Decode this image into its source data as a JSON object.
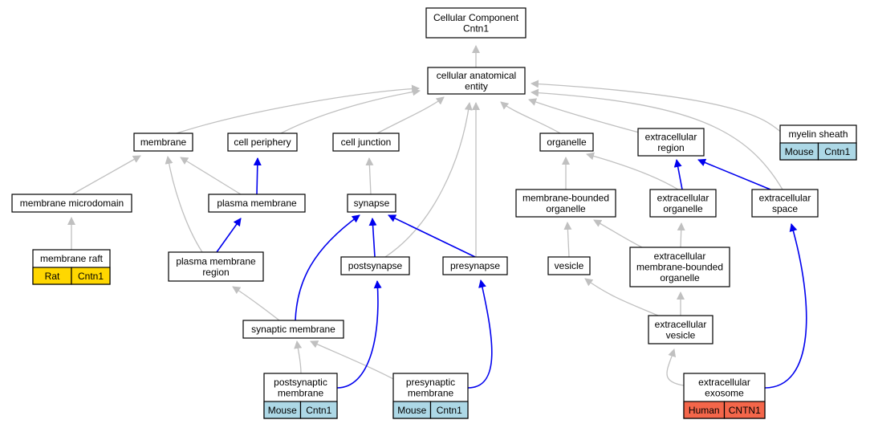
{
  "colors": {
    "mouse": "#add8e6",
    "rat": "#ffd700",
    "human": "#f4664a",
    "edge_is_a": "#c0c0c0",
    "edge_part_of": "#0000ee"
  },
  "nodes": {
    "root": {
      "lines": [
        "Cellular Component",
        "Cntn1"
      ]
    },
    "cae": {
      "lines": [
        "cellular anatomical",
        "entity"
      ]
    },
    "membrane": {
      "lines": [
        "membrane"
      ]
    },
    "cellper": {
      "lines": [
        "cell periphery"
      ]
    },
    "celljunc": {
      "lines": [
        "cell junction"
      ]
    },
    "organelle": {
      "lines": [
        "organelle"
      ]
    },
    "exreg": {
      "lines": [
        "extracellular",
        "region"
      ]
    },
    "myelin": {
      "lines": [
        "myelin sheath"
      ],
      "tags": [
        {
          "species": "Mouse",
          "gene": "Cntn1",
          "color": "mouse"
        }
      ]
    },
    "memmicro": {
      "lines": [
        "membrane microdomain"
      ]
    },
    "plasmamem": {
      "lines": [
        "plasma membrane"
      ]
    },
    "synapse": {
      "lines": [
        "synapse"
      ]
    },
    "mbo": {
      "lines": [
        "membrane-bounded",
        "organelle"
      ]
    },
    "exorg": {
      "lines": [
        "extracellular",
        "organelle"
      ]
    },
    "exspace": {
      "lines": [
        "extracellular",
        "space"
      ]
    },
    "memraft": {
      "lines": [
        "membrane raft"
      ],
      "tags": [
        {
          "species": "Rat",
          "gene": "Cntn1",
          "color": "rat"
        }
      ]
    },
    "pmregion": {
      "lines": [
        "plasma membrane",
        "region"
      ]
    },
    "postsyn": {
      "lines": [
        "postsynapse"
      ]
    },
    "presyn": {
      "lines": [
        "presynapse"
      ]
    },
    "vesicle": {
      "lines": [
        "vesicle"
      ]
    },
    "exmbo": {
      "lines": [
        "extracellular",
        "membrane-bounded",
        "organelle"
      ]
    },
    "synmem": {
      "lines": [
        "synaptic membrane"
      ]
    },
    "exves": {
      "lines": [
        "extracellular",
        "vesicle"
      ]
    },
    "postsynmem": {
      "lines": [
        "postsynaptic",
        "membrane"
      ],
      "tags": [
        {
          "species": "Mouse",
          "gene": "Cntn1",
          "color": "mouse"
        }
      ]
    },
    "presynmem": {
      "lines": [
        "presynaptic",
        "membrane"
      ],
      "tags": [
        {
          "species": "Mouse",
          "gene": "Cntn1",
          "color": "mouse"
        }
      ]
    },
    "exosome": {
      "lines": [
        "extracellular",
        "exosome"
      ],
      "tags": [
        {
          "species": "Human",
          "gene": "CNTN1",
          "color": "human"
        }
      ]
    }
  },
  "edges": [
    {
      "from": "cae",
      "to": "root",
      "kind": "is_a"
    },
    {
      "from": "membrane",
      "to": "cae",
      "kind": "is_a"
    },
    {
      "from": "cellper",
      "to": "cae",
      "kind": "is_a"
    },
    {
      "from": "celljunc",
      "to": "cae",
      "kind": "is_a"
    },
    {
      "from": "postsyn",
      "to": "cae",
      "kind": "is_a"
    },
    {
      "from": "presyn",
      "to": "cae",
      "kind": "is_a"
    },
    {
      "from": "organelle",
      "to": "cae",
      "kind": "is_a"
    },
    {
      "from": "exreg",
      "to": "cae",
      "kind": "is_a"
    },
    {
      "from": "exspace",
      "to": "cae",
      "kind": "is_a"
    },
    {
      "from": "myelin",
      "to": "cae",
      "kind": "is_a"
    },
    {
      "from": "memmicro",
      "to": "membrane",
      "kind": "is_a"
    },
    {
      "from": "plasmamem",
      "to": "membrane",
      "kind": "is_a"
    },
    {
      "from": "pmregion",
      "to": "membrane",
      "kind": "is_a"
    },
    {
      "from": "plasmamem",
      "to": "cellper",
      "kind": "part_of"
    },
    {
      "from": "synapse",
      "to": "celljunc",
      "kind": "is_a"
    },
    {
      "from": "mbo",
      "to": "organelle",
      "kind": "is_a"
    },
    {
      "from": "exorg",
      "to": "organelle",
      "kind": "is_a"
    },
    {
      "from": "exorg",
      "to": "exreg",
      "kind": "part_of"
    },
    {
      "from": "exspace",
      "to": "exreg",
      "kind": "part_of"
    },
    {
      "from": "memraft",
      "to": "memmicro",
      "kind": "is_a"
    },
    {
      "from": "pmregion",
      "to": "plasmamem",
      "kind": "part_of"
    },
    {
      "from": "postsyn",
      "to": "synapse",
      "kind": "part_of"
    },
    {
      "from": "presyn",
      "to": "synapse",
      "kind": "part_of"
    },
    {
      "from": "synmem",
      "to": "synapse",
      "kind": "part_of"
    },
    {
      "from": "vesicle",
      "to": "mbo",
      "kind": "is_a"
    },
    {
      "from": "exmbo",
      "to": "mbo",
      "kind": "is_a"
    },
    {
      "from": "exmbo",
      "to": "exorg",
      "kind": "is_a"
    },
    {
      "from": "synmem",
      "to": "pmregion",
      "kind": "is_a"
    },
    {
      "from": "exves",
      "to": "vesicle",
      "kind": "is_a"
    },
    {
      "from": "exves",
      "to": "exmbo",
      "kind": "is_a"
    },
    {
      "from": "postsynmem",
      "to": "synmem",
      "kind": "is_a"
    },
    {
      "from": "presynmem",
      "to": "synmem",
      "kind": "is_a"
    },
    {
      "from": "postsynmem",
      "to": "postsyn",
      "kind": "part_of"
    },
    {
      "from": "presynmem",
      "to": "presyn",
      "kind": "part_of"
    },
    {
      "from": "exosome",
      "to": "exves",
      "kind": "is_a"
    },
    {
      "from": "exosome",
      "to": "exspace",
      "kind": "part_of"
    }
  ]
}
